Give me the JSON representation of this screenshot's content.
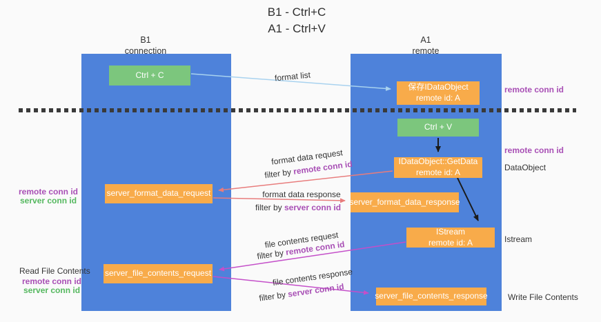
{
  "title": {
    "line1": "B1 - Ctrl+C",
    "line2": "A1 - Ctrl+V"
  },
  "columns": {
    "left": {
      "name": "B1",
      "role": "connection"
    },
    "right": {
      "name": "A1",
      "role": "remote"
    }
  },
  "boxes": {
    "ctrl_c": "Ctrl + C",
    "ctrl_v": "Ctrl + V",
    "save_dataobject": {
      "line1": "保存IDataObject",
      "line2": "remote id: A"
    },
    "getdata": {
      "line1": "IDataObject::GetData",
      "line2": "remote id: A"
    },
    "istream": {
      "line1": "IStream",
      "line2": "remote id: A"
    },
    "server_format_data_request": "server_format_data_request",
    "server_format_data_response": "server_format_data_response",
    "server_file_contents_request": "server_file_contents_request",
    "server_file_contents_response": "server_file_contents_response"
  },
  "side_labels": {
    "remote_conn_id": "remote conn id",
    "server_conn_id": "server conn id",
    "dataobject": "DataObject",
    "istream": "Istream",
    "read_file_contents": "Read File Contents",
    "write_file_contents": "Write File Contents"
  },
  "arrow_labels": {
    "format_list": "format list",
    "format_data_request": "format data request",
    "format_data_response": "format data response",
    "file_contents_request": "file contents request",
    "file_contents_response": "file contents response",
    "filter_by": "filter by ",
    "remote_conn_id": "remote conn id",
    "server_conn_id": "server conn id"
  },
  "colors": {
    "background": "#fafafa",
    "column_blue": "#4e82da",
    "box_green": "#7cc67d",
    "box_orange": "#f8ab4a",
    "label_purple": "#a84fb5",
    "label_green": "#55b85f",
    "arrow_light_blue": "#a8d2ef",
    "arrow_salmon": "#e87c7c",
    "arrow_magenta": "#c44fc9",
    "arrow_black": "#1a1a1a",
    "dashed_line": "#3a3a3a",
    "text": "#333333"
  }
}
